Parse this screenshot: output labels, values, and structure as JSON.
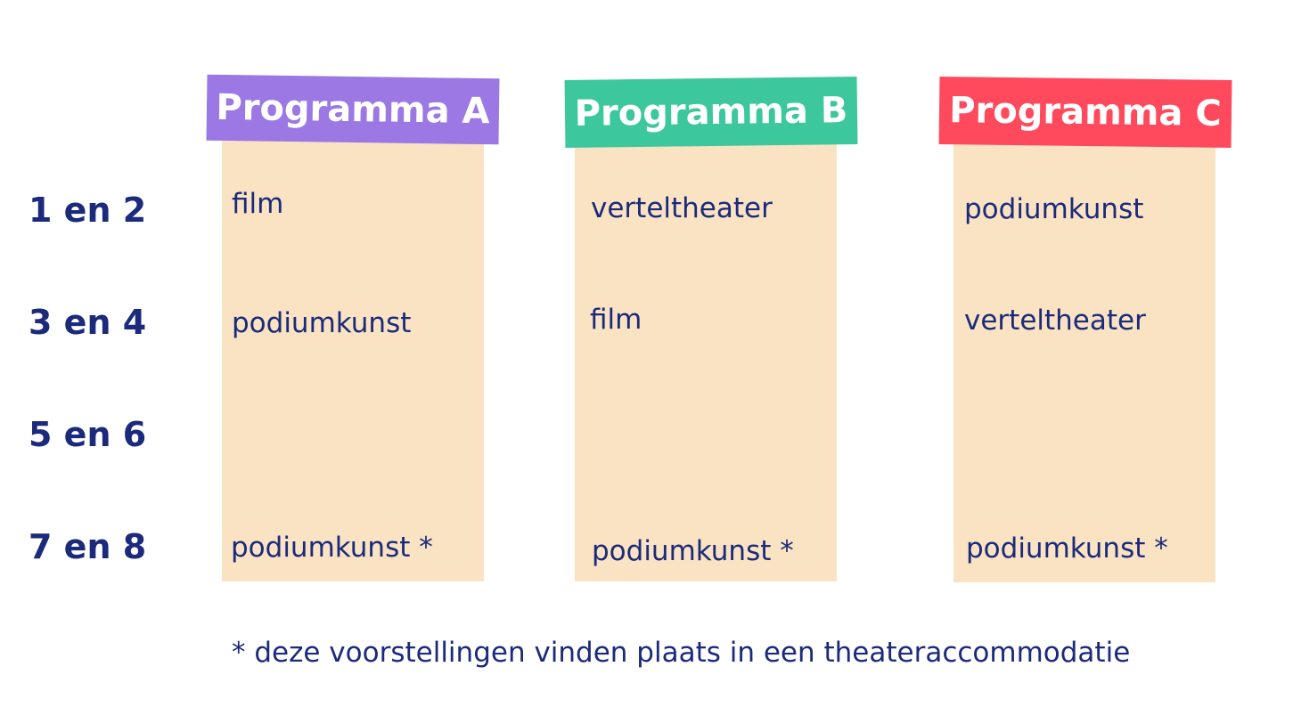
{
  "rows": [
    "1 en 2",
    "3 en 4",
    "5 en 6",
    "7 en 8"
  ],
  "programs": [
    {
      "title": "Programma A",
      "color": "#9b78e3",
      "cells": [
        "film",
        "podiumkunst",
        "",
        "podiumkunst *"
      ]
    },
    {
      "title": "Programma B",
      "color": "#3cc79c",
      "cells": [
        "verteltheater",
        "film",
        "",
        "podiumkunst *"
      ]
    },
    {
      "title": "Programma C",
      "color": "#ff4a5e",
      "cells": [
        "podiumkunst",
        "verteltheater",
        "",
        "podiumkunst *"
      ]
    }
  ],
  "footnote": "* deze voorstellingen vinden plaats in een theateraccommodatie"
}
